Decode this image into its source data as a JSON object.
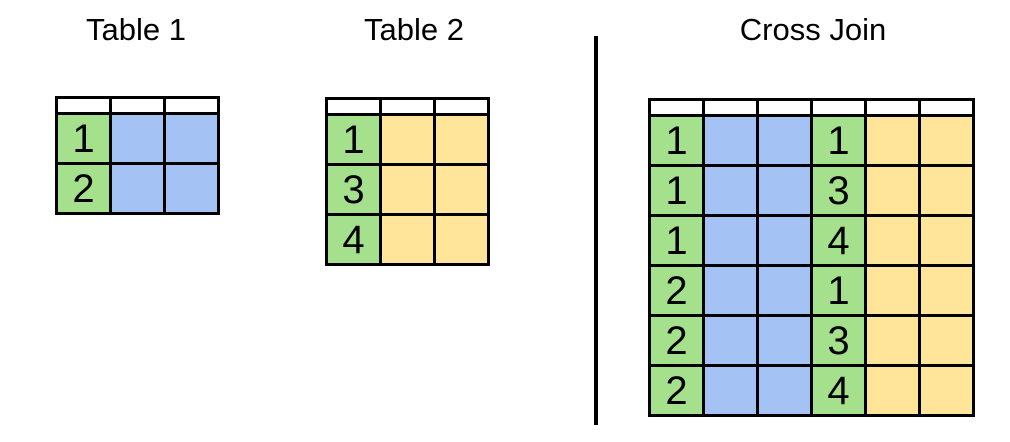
{
  "colors": {
    "green": "#a5e18c",
    "blue": "#a4c2f4",
    "yellow": "#ffe599",
    "header_fill": "#ffffff",
    "border": "#000000",
    "divider": "#000000",
    "background": "#ffffff"
  },
  "tables": [
    {
      "title": "Table 1",
      "columns": 3,
      "header": [
        "",
        "",
        ""
      ],
      "rows": [
        [
          {
            "text": "1",
            "color": "green"
          },
          {
            "text": "",
            "color": "blue"
          },
          {
            "text": "",
            "color": "blue"
          }
        ],
        [
          {
            "text": "2",
            "color": "green"
          },
          {
            "text": "",
            "color": "blue"
          },
          {
            "text": "",
            "color": "blue"
          }
        ]
      ]
    },
    {
      "title": "Table 2",
      "columns": 3,
      "header": [
        "",
        "",
        ""
      ],
      "rows": [
        [
          {
            "text": "1",
            "color": "green"
          },
          {
            "text": "",
            "color": "yellow"
          },
          {
            "text": "",
            "color": "yellow"
          }
        ],
        [
          {
            "text": "3",
            "color": "green"
          },
          {
            "text": "",
            "color": "yellow"
          },
          {
            "text": "",
            "color": "yellow"
          }
        ],
        [
          {
            "text": "4",
            "color": "green"
          },
          {
            "text": "",
            "color": "yellow"
          },
          {
            "text": "",
            "color": "yellow"
          }
        ]
      ]
    },
    {
      "title": "Cross Join",
      "columns": 6,
      "header": [
        "",
        "",
        "",
        "",
        "",
        ""
      ],
      "rows": [
        [
          {
            "text": "1",
            "color": "green"
          },
          {
            "text": "",
            "color": "blue"
          },
          {
            "text": "",
            "color": "blue"
          },
          {
            "text": "1",
            "color": "green"
          },
          {
            "text": "",
            "color": "yellow"
          },
          {
            "text": "",
            "color": "yellow"
          }
        ],
        [
          {
            "text": "1",
            "color": "green"
          },
          {
            "text": "",
            "color": "blue"
          },
          {
            "text": "",
            "color": "blue"
          },
          {
            "text": "3",
            "color": "green"
          },
          {
            "text": "",
            "color": "yellow"
          },
          {
            "text": "",
            "color": "yellow"
          }
        ],
        [
          {
            "text": "1",
            "color": "green"
          },
          {
            "text": "",
            "color": "blue"
          },
          {
            "text": "",
            "color": "blue"
          },
          {
            "text": "4",
            "color": "green"
          },
          {
            "text": "",
            "color": "yellow"
          },
          {
            "text": "",
            "color": "yellow"
          }
        ],
        [
          {
            "text": "2",
            "color": "green"
          },
          {
            "text": "",
            "color": "blue"
          },
          {
            "text": "",
            "color": "blue"
          },
          {
            "text": "1",
            "color": "green"
          },
          {
            "text": "",
            "color": "yellow"
          },
          {
            "text": "",
            "color": "yellow"
          }
        ],
        [
          {
            "text": "2",
            "color": "green"
          },
          {
            "text": "",
            "color": "blue"
          },
          {
            "text": "",
            "color": "blue"
          },
          {
            "text": "3",
            "color": "green"
          },
          {
            "text": "",
            "color": "yellow"
          },
          {
            "text": "",
            "color": "yellow"
          }
        ],
        [
          {
            "text": "2",
            "color": "green"
          },
          {
            "text": "",
            "color": "blue"
          },
          {
            "text": "",
            "color": "blue"
          },
          {
            "text": "4",
            "color": "green"
          },
          {
            "text": "",
            "color": "yellow"
          },
          {
            "text": "",
            "color": "yellow"
          }
        ]
      ]
    }
  ]
}
